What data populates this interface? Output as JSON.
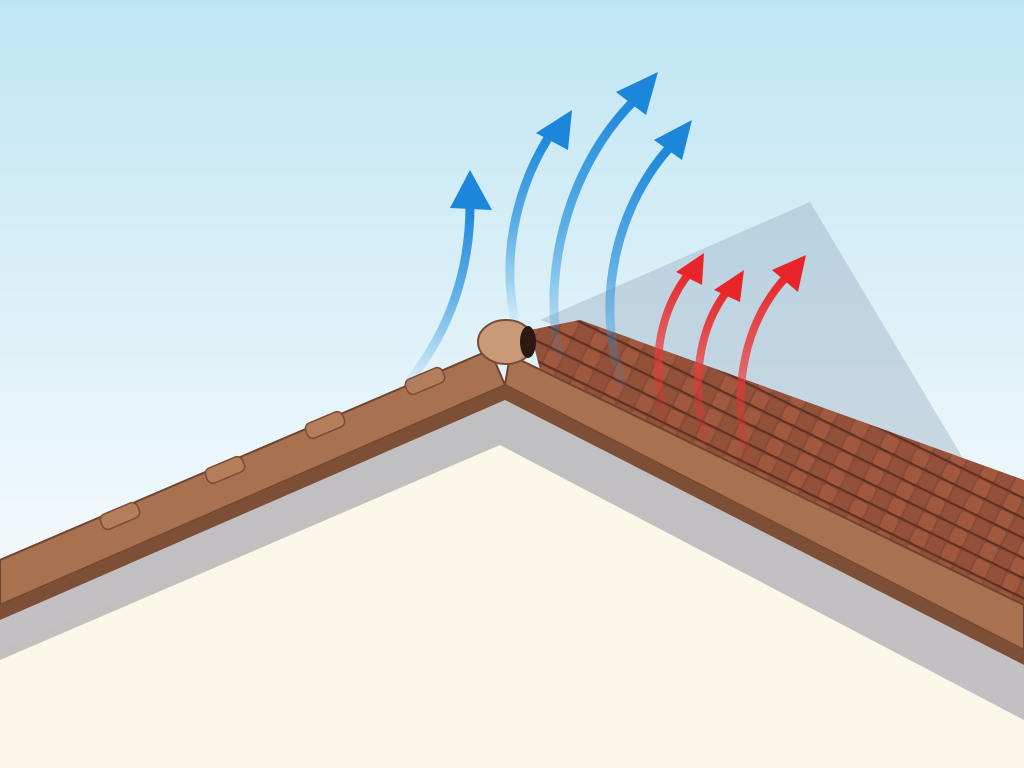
{
  "illustration": {
    "subject": "roof-ridge-ventilation",
    "colors": {
      "sky_top": "#bfe5f4",
      "sky_bottom": "#f6fbfc",
      "wall": "#fbf7e9",
      "fascia": "#a8714f",
      "roof_tiles": "#8a4a36",
      "ridge_vent": "#c99a78",
      "cool_air": "#1f8fde",
      "hot_air": "#e8262a"
    },
    "icons": {
      "cool_air_arrows": 4,
      "hot_air_arrows": 3
    }
  }
}
